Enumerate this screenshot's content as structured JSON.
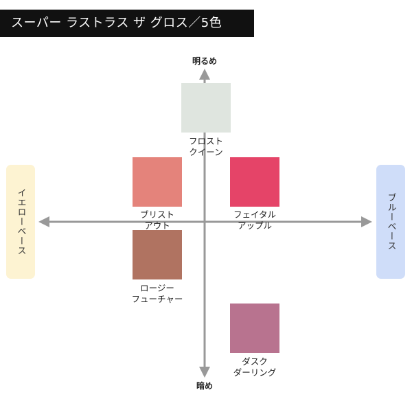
{
  "title": "スーパー ラストラス ザ グロス／5色",
  "axes": {
    "top": "明るめ",
    "bottom": "暗め",
    "left": "イエローベース",
    "right": "ブルーベース"
  },
  "colors": {
    "axis": "#999999",
    "yellow_base_bg": "#fdf3d2",
    "blue_base_bg": "#cfddf9"
  },
  "shades": [
    {
      "line1": "フロスト",
      "line2": "クイーン",
      "color": "#dfe5df"
    },
    {
      "line1": "ブリスト",
      "line2": "アウト",
      "color": "#e4837b"
    },
    {
      "line1": "フェイタル",
      "line2": "アップル",
      "color": "#e54468"
    },
    {
      "line1": "ロージー",
      "line2": "フューチャー",
      "color": "#b07361"
    },
    {
      "line1": "ダスク",
      "line2": "ダーリング",
      "color": "#b8738f"
    }
  ]
}
